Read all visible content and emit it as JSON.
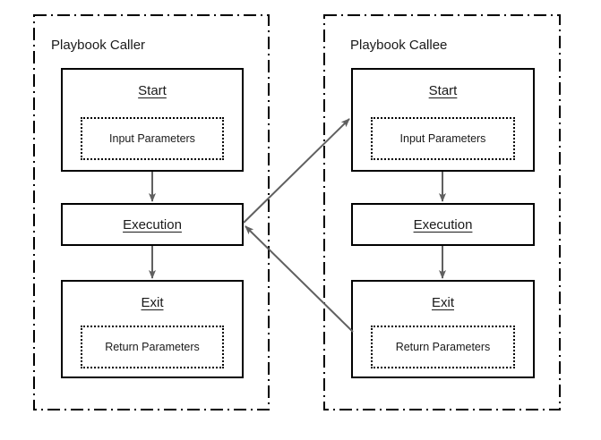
{
  "diagram": {
    "type": "flowchart",
    "title_visible": false,
    "colors": {
      "container_border": "#000000",
      "node_border": "#000000",
      "params_border": "#000000",
      "arrow": "#606060",
      "text": "#1a1a1a",
      "background": "#ffffff"
    },
    "lanes": [
      {
        "id": "caller",
        "label": "Playbook Caller",
        "border_style": "dash-dot",
        "nodes": [
          {
            "id": "caller-start",
            "label": "Start",
            "params_label": "Input Parameters",
            "has_params": true
          },
          {
            "id": "caller-execution",
            "label": "Execution",
            "has_params": false
          },
          {
            "id": "caller-exit",
            "label": "Exit",
            "params_label": "Return Parameters",
            "has_params": true
          }
        ]
      },
      {
        "id": "callee",
        "label": "Playbook Callee",
        "border_style": "dash-dot",
        "nodes": [
          {
            "id": "callee-start",
            "label": "Start",
            "params_label": "Input Parameters",
            "has_params": true
          },
          {
            "id": "callee-execution",
            "label": "Execution",
            "has_params": false
          },
          {
            "id": "callee-exit",
            "label": "Exit",
            "params_label": "Return Parameters",
            "has_params": true
          }
        ]
      }
    ],
    "edges": [
      {
        "id": "caller-start-to-execution",
        "from": "caller-start",
        "to": "caller-execution",
        "style": "solid-arrow",
        "direction": "down"
      },
      {
        "id": "caller-execution-to-exit",
        "from": "caller-execution",
        "to": "caller-exit",
        "style": "solid-arrow",
        "direction": "down"
      },
      {
        "id": "callee-start-to-execution",
        "from": "callee-start",
        "to": "callee-execution",
        "style": "solid-arrow",
        "direction": "down"
      },
      {
        "id": "callee-execution-to-exit",
        "from": "callee-execution",
        "to": "callee-exit",
        "style": "solid-arrow",
        "direction": "down"
      },
      {
        "id": "call-edge",
        "from": "caller-execution",
        "to": "callee-start",
        "style": "solid-arrow",
        "direction": "cross-lane-call"
      },
      {
        "id": "return-edge",
        "from": "callee-exit",
        "to": "caller-execution",
        "style": "solid-arrow",
        "direction": "cross-lane-return"
      }
    ]
  }
}
